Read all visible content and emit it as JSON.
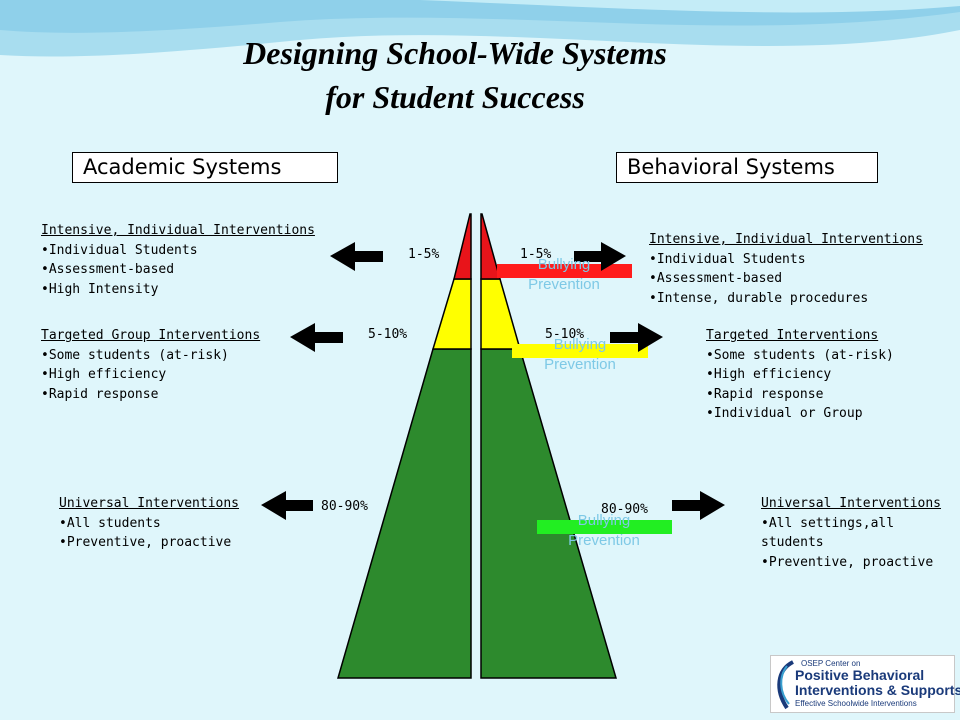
{
  "title": {
    "line1": "Designing School-Wide Systems",
    "line2": "for Student Success"
  },
  "academic": {
    "header": "Academic Systems",
    "intensive": {
      "heading": "Intensive, Individual Interventions",
      "items": [
        "Individual Students",
        "Assessment-based",
        "High Intensity"
      ]
    },
    "targeted": {
      "heading": "Targeted Group Interventions",
      "items": [
        "Some students (at-risk)",
        "High efficiency",
        "Rapid response"
      ]
    },
    "universal": {
      "heading": "Universal Interventions",
      "items": [
        "All students",
        "Preventive, proactive"
      ]
    }
  },
  "behavioral": {
    "header": "Behavioral Systems",
    "intensive": {
      "heading": "Intensive, Individual Interventions",
      "items": [
        "Individual Students",
        "Assessment-based",
        "Intense, durable procedures"
      ]
    },
    "targeted": {
      "heading": "Targeted Interventions",
      "items": [
        "Some students (at-risk)",
        "High efficiency",
        "Rapid response",
        "Individual or Group"
      ]
    },
    "universal": {
      "heading": "Universal Interventions",
      "items": [
        "All settings,all students",
        "Preventive, proactive"
      ]
    }
  },
  "percentages": {
    "top": "1-5%",
    "middle": "5-10%",
    "bottom": "80-90%"
  },
  "bullying": {
    "line1": "Bullying",
    "line2": "Prevention"
  },
  "logo": {
    "line1": "OSEP Center on",
    "line2": "Positive Behavioral",
    "line3": "Interventions & Supports",
    "line4": "Effective Schoolwide Interventions"
  },
  "colors": {
    "tier_top": "#e8141a",
    "tier_middle": "#ffff00",
    "tier_bottom": "#2d8a2d",
    "bar_top": "#ff1c1c",
    "bar_middle": "#ffff00",
    "bar_bottom": "#22ee22",
    "bullying_text": "#7ec9e6"
  }
}
